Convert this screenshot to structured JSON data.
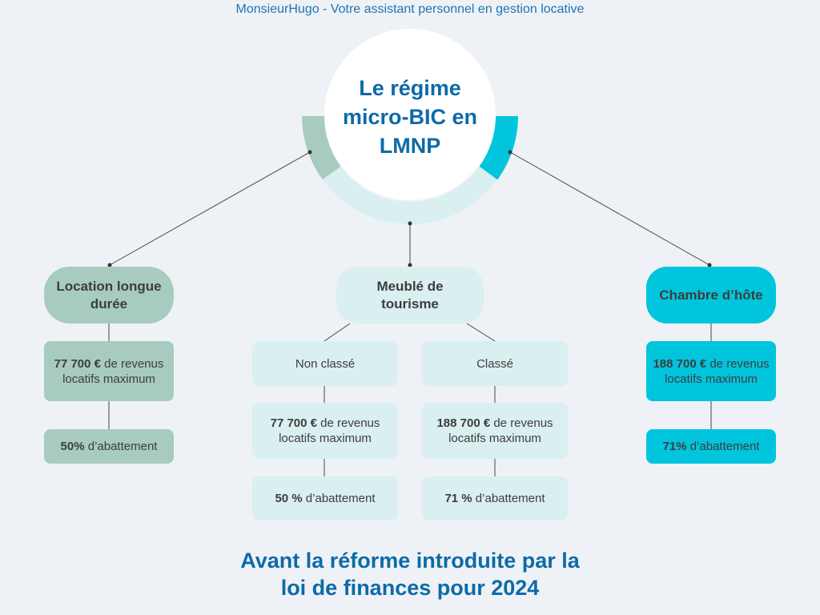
{
  "header": "MonsieurHugo  - Votre assistant personnel en gestion locative",
  "center": {
    "line1": "Le régime",
    "line2": "micro-BIC en",
    "line3": "LMNP"
  },
  "colors": {
    "green": "#a8cbbf",
    "light": "#daeff0",
    "cyan": "#00c5dd",
    "title": "#0d6aa8"
  },
  "branches": {
    "longue": {
      "title": "Location longue durée",
      "plafond_bold": "77 700 €",
      "plafond_rest": " de revenus locatifs maximum",
      "abattement_bold": "50%",
      "abattement_rest": " d’abattement"
    },
    "tourisme": {
      "title": "Meublé de tourisme",
      "non_classe": {
        "label": "Non classé",
        "plafond_bold": "77 700 €",
        "plafond_rest": " de revenus locatifs maximum",
        "abattement_bold": "50 %",
        "abattement_rest": " d’abattement"
      },
      "classe": {
        "label": "Classé",
        "plafond_bold": "188 700 €",
        "plafond_rest": " de revenus locatifs maximum",
        "abattement_bold": "71 %",
        "abattement_rest": " d’abattement"
      }
    },
    "chambre": {
      "title": "Chambre d’hôte",
      "plafond_bold": "188 700 €",
      "plafond_rest": " de revenus locatifs maximum",
      "abattement_bold": "71%",
      "abattement_rest": " d’abattement"
    }
  },
  "footer": {
    "line1": "Avant la réforme introduite par la",
    "line2": "loi de finances pour 2024"
  }
}
